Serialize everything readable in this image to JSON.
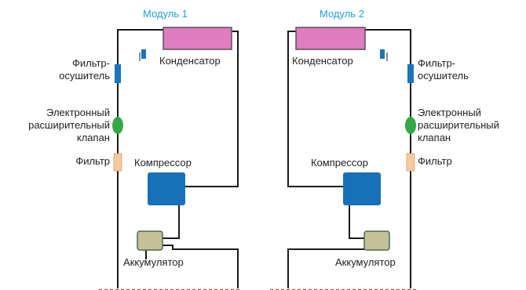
{
  "colors": {
    "pipe": "#1a1a1a",
    "title": "#1ea0e6",
    "condenser_fill": "#e07cc0",
    "condenser_stroke": "#555555",
    "compressor_fill": "#1871b8",
    "accumulator_fill": "#c3c09a",
    "accumulator_stroke": "#4c6a50",
    "drier_fill": "#1c74bc",
    "valve_fill": "#33a844",
    "filter_fill": "#f4c9a0",
    "dashed_line": "#e0302a"
  },
  "module1": {
    "title": "Модуль 1",
    "condenser": "Конденсатор",
    "filter_drier_1": "Фильтр-",
    "filter_drier_2": "осушитель",
    "valve_1": "Электронный",
    "valve_2": "расширительный",
    "valve_3": "клапан",
    "filter": "Фильтр",
    "compressor": "Компрессор",
    "accumulator": "Аккумулятор"
  },
  "module2": {
    "title": "Модуль 2",
    "condenser": "Конденсатор",
    "filter_drier_1": "Фильтр-",
    "filter_drier_2": "осушитель",
    "valve_1": "Электронный",
    "valve_2": "расширительный",
    "valve_3": "клапан",
    "filter": "Фильтр",
    "compressor": "Компрессор",
    "accumulator": "Аккумулятор"
  }
}
